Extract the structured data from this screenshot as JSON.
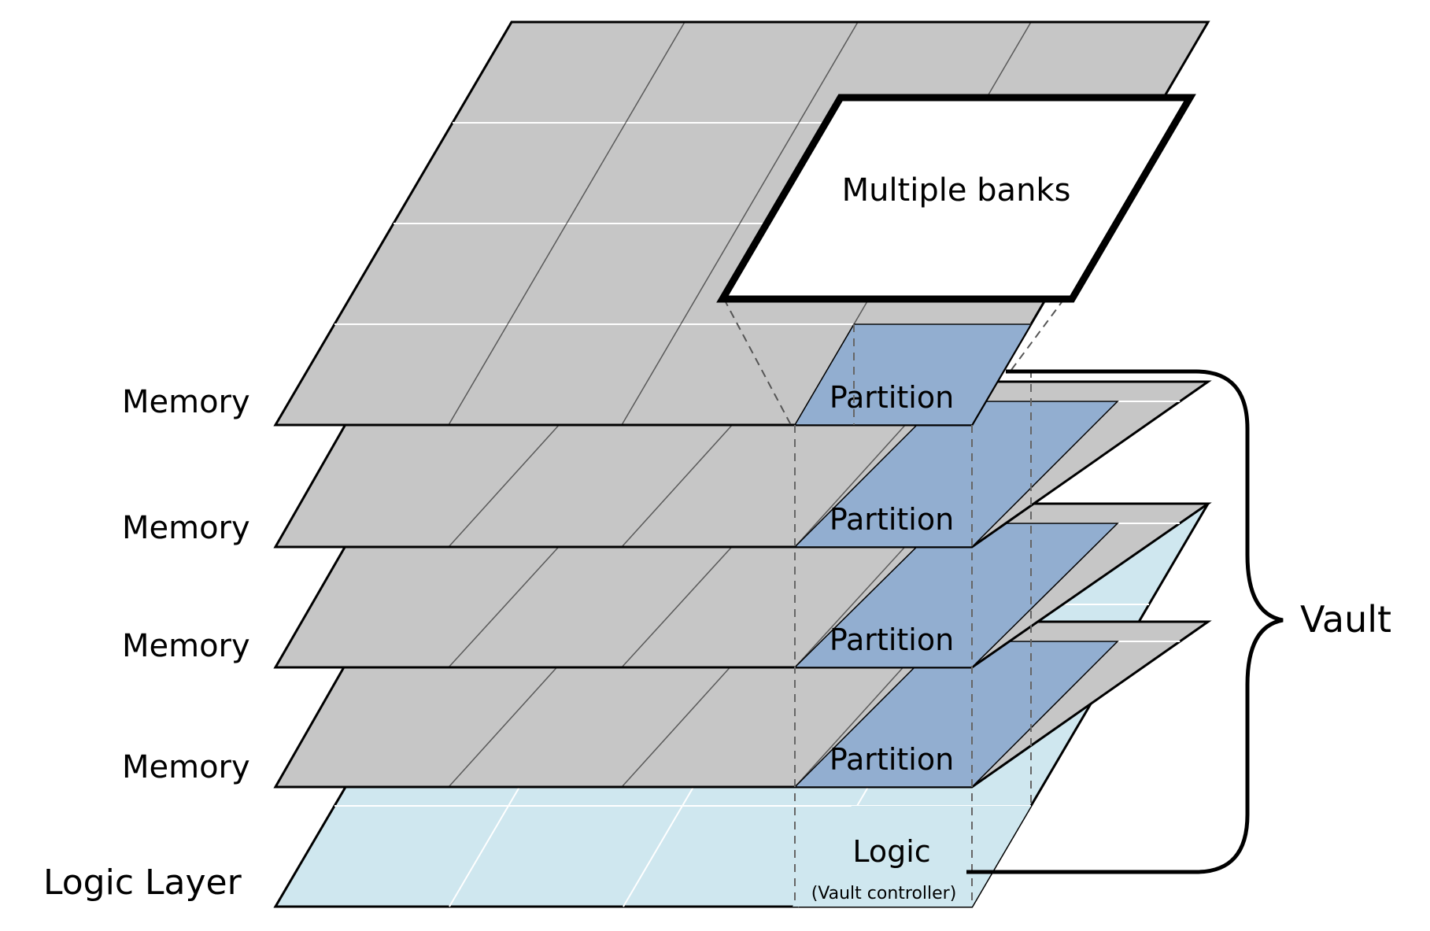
{
  "labels": {
    "memory": [
      "Memory",
      "Memory",
      "Memory",
      "Memory"
    ],
    "logic_layer": "Logic Layer",
    "partition": [
      "Partition",
      "Partition",
      "Partition",
      "Partition"
    ],
    "logic": "Logic",
    "vault_controller": "(Vault controller)",
    "multiple_banks": "Multiple banks",
    "vault": "Vault"
  },
  "colors": {
    "memory_fill": "#c6c6c6",
    "partition_fill": "#92aed0",
    "logic_fill": "#cfe7ef",
    "banks_fill": "#ffffff",
    "stroke": "#000000",
    "grid_stroke": "#ffffff",
    "dashed_stroke": "#666666"
  }
}
